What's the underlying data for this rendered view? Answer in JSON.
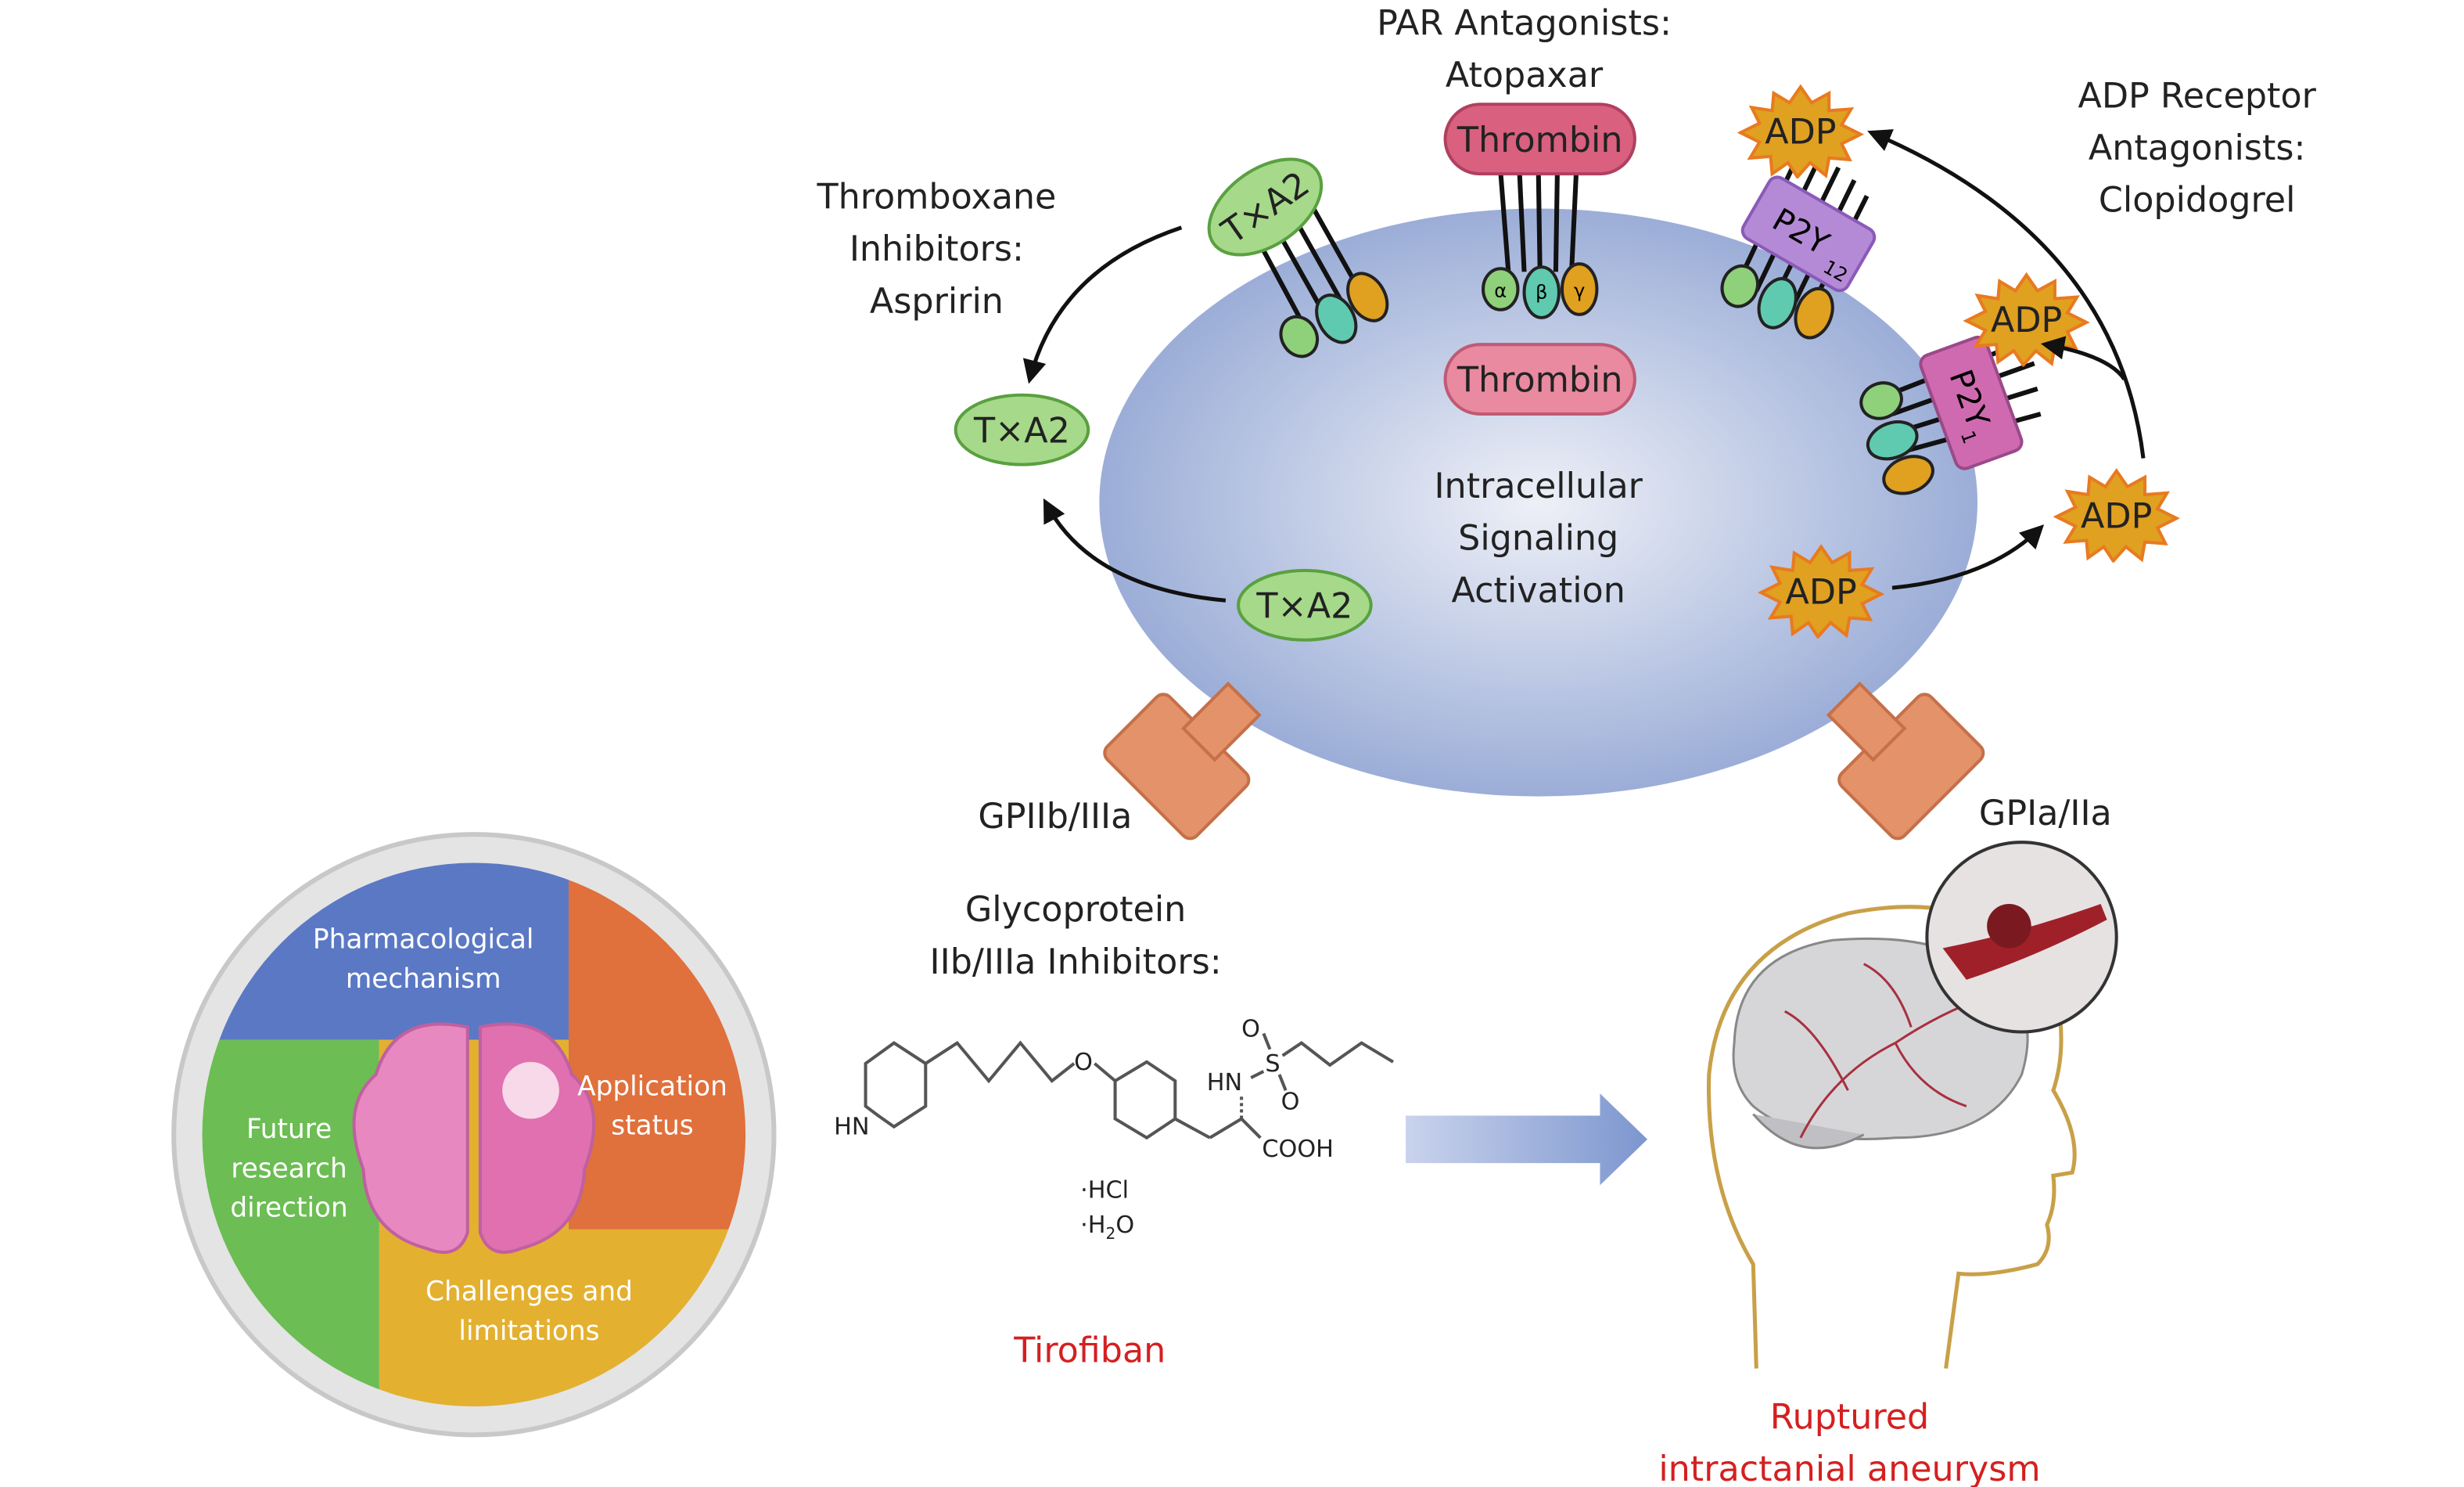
{
  "labels": {
    "par_line1": "PAR Antagonists:",
    "par_line2": "Atopaxar",
    "thromboxane_line1": "Thromboxane",
    "thromboxane_line2": "Inhibitors:",
    "thromboxane_line3": "Aspririn",
    "adp_line1": "ADP Receptor",
    "adp_line2": "Antagonists:",
    "adp_line3": "Clopidogrel",
    "intracellular_line1": "Intracellular",
    "intracellular_line2": "Signaling",
    "intracellular_line3": "Activation",
    "gp2b3a": "GPIIb/IIIa",
    "gp1a2a": "GPIa/IIa",
    "glyco_line1": "Glycoprotein",
    "glyco_line2": "IIb/IIIa Inhibitors:",
    "tirofiban": "Tirofiban",
    "ruptured_line1": "Ruptured",
    "ruptured_line2": "intractanial aneurysm"
  },
  "molecules": {
    "thrombin": "Thrombin",
    "txa2": "T×A2",
    "adp": "ADP",
    "p2y12": "P2Y",
    "p2y12_sub": "12",
    "p2y1": "P2Y",
    "p2y1_sub": "1",
    "alpha": "α",
    "beta": "β",
    "gamma": "γ"
  },
  "chemistry": {
    "hn_ring": "HN",
    "o_ether": "O",
    "hn_sulfonamide": "HN",
    "s": "S",
    "o1": "O",
    "o2": "O",
    "cooh": "COOH",
    "hcl": "·HCl",
    "h2o_prefix": "·H",
    "h2o_sub": "2",
    "h2o_suffix": "O"
  },
  "wheel": {
    "pharm_line1": "Pharmacological",
    "pharm_line2": "mechanism",
    "app_line1": "Application",
    "app_line2": "status",
    "future_line1": "Future",
    "future_line2": "research",
    "future_line3": "direction",
    "chal_line1": "Challenges and",
    "chal_line2": "limitations"
  },
  "colors": {
    "cell": "#9aacd6",
    "thrombin": "#d9607e",
    "txa2": "#a6d98a",
    "adp": "#e0a020",
    "p2y12": "#b48ad6",
    "p2y1": "#d06ab0",
    "glycoprotein": "#e3926a",
    "highlight_red": "#d42020",
    "wheel_blue": "#5b78c4",
    "wheel_orange": "#e0703c",
    "wheel_yellow": "#e3b030",
    "wheel_green": "#6cbd54"
  }
}
